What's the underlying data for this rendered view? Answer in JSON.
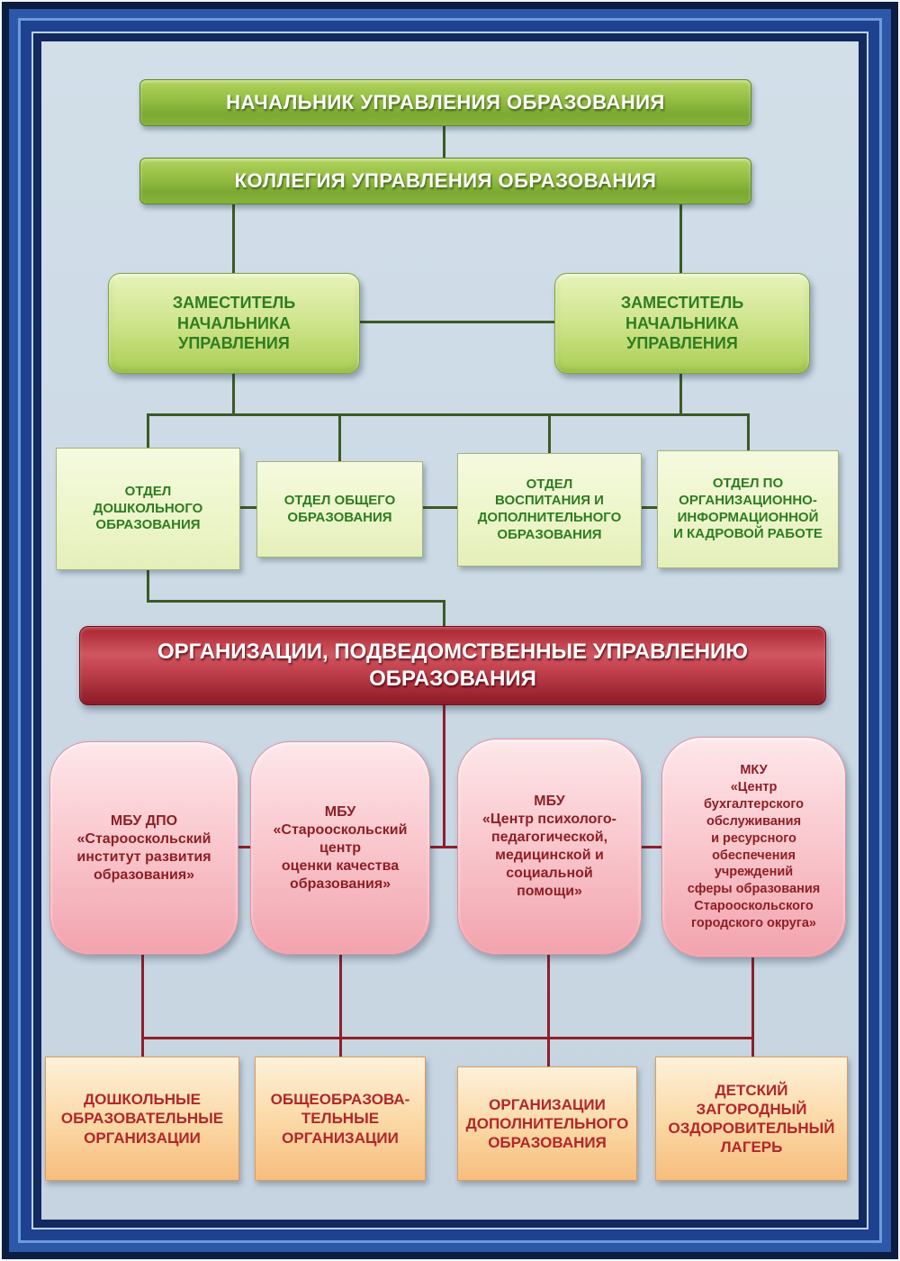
{
  "colors": {
    "frame_blue": "#1e4190",
    "background": "#cbd9e5",
    "green_banner": "#8cb83c",
    "green_light_box": "#ecf5c8",
    "green_text": "#2e7d21",
    "red_banner": "#a52835",
    "pink_box": "#f5b5bd",
    "dark_red_text": "#8e1f26",
    "orange_box": "#f9cf96",
    "line_green": "#3c5a24",
    "line_red": "#8e1f2a"
  },
  "chart": {
    "head": {
      "label": "НАЧАЛЬНИК УПРАВЛЕНИЯ ОБРАЗОВАНИЯ"
    },
    "collegium": {
      "label": "КОЛЛЕГИЯ УПРАВЛЕНИЯ ОБРАЗОВАНИЯ"
    },
    "deputies": [
      {
        "label": "ЗАМЕСТИТЕЛЬ\nНАЧАЛЬНИКА\nУПРАВЛЕНИЯ"
      },
      {
        "label": "ЗАМЕСТИТЕЛЬ\nНАЧАЛЬНИКА\nУПРАВЛЕНИЯ"
      }
    ],
    "departments": [
      {
        "label": "ОТДЕЛ\nДОШКОЛЬНОГО\nОБРАЗОВАНИЯ"
      },
      {
        "label": "ОТДЕЛ ОБЩЕГО\nОБРАЗОВАНИЯ"
      },
      {
        "label": "ОТДЕЛ\nВОСПИТАНИЯ И\nДОПОЛНИТЕЛЬНОГО\nОБРАЗОВАНИЯ"
      },
      {
        "label": "ОТДЕЛ ПО\nОРГАНИЗАЦИОННО-\nИНФОРМАЦИОННОЙ\nИ КАДРОВОЙ РАБОТЕ"
      }
    ],
    "subordinate_banner": {
      "label": "ОРГАНИЗАЦИИ, ПОДВЕДОМСТВЕННЫЕ УПРАВЛЕНИЮ\nОБРАЗОВАНИЯ"
    },
    "organizations": [
      {
        "label": "МБУ ДПО\n«Старооскольский\nинститут развития\nобразования»"
      },
      {
        "label": "МБУ\n«Старооскольский\nцентр\nоценки качества\nобразования»"
      },
      {
        "label": "МБУ\n«Центр психолого-\nпедагогической,\nмедицинской и\nсоциальной\nпомощи»"
      },
      {
        "label": "МКУ\n«Центр\nбухгалтерского\nобслуживания\nи ресурсного\nобеспечения\nучреждений\nсферы образования\nСтарооскольского\nгородского округа»"
      }
    ],
    "groups": [
      {
        "label": "ДОШКОЛЬНЫЕ\nОБРАЗОВАТЕЛЬНЫЕ\nОРГАНИЗАЦИИ"
      },
      {
        "label": "ОБЩЕОБРАЗОВА-\nТЕЛЬНЫЕ\nОРГАНИЗАЦИИ"
      },
      {
        "label": "ОРГАНИЗАЦИИ\nДОПОЛНИТЕЛЬНОГО\nОБРАЗОВАНИЯ"
      },
      {
        "label": "ДЕТСКИЙ\nЗАГОРОДНЫЙ\nОЗДОРОВИТЕЛЬНЫЙ\nЛАГЕРЬ"
      }
    ]
  }
}
